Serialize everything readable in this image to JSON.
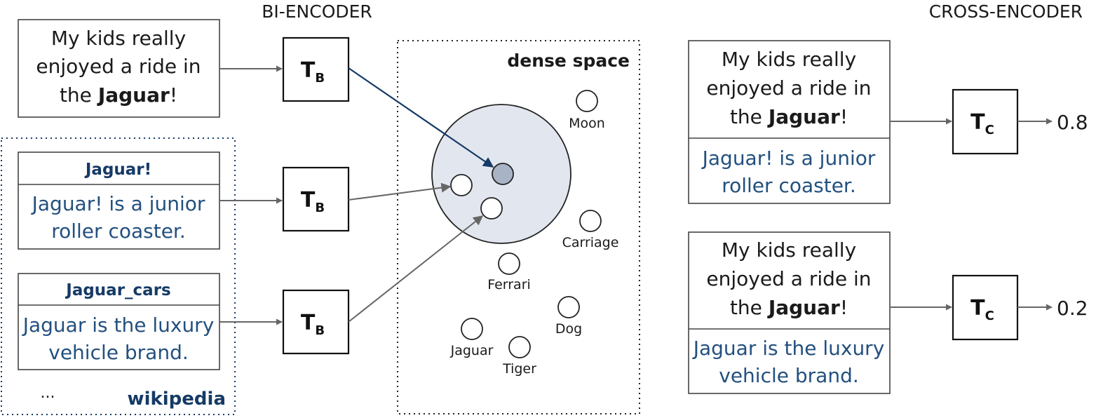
{
  "bi_encoder": {
    "title": "BI-ENCODER",
    "query": {
      "line1": "My kids really",
      "line2": "enjoyed a ride in",
      "line3_pre": "the ",
      "line3_bold": "Jaguar",
      "line3_post": "!"
    },
    "encoder": {
      "main": "T",
      "sub": "B"
    },
    "wikipedia": {
      "label": "wikipedia",
      "ellipsis": "...",
      "entries": [
        {
          "title": "Jaguar!",
          "line1": "Jaguar! is a junior",
          "line2": "roller coaster."
        },
        {
          "title": "Jaguar_cars",
          "line1": "Jaguar is the luxury",
          "line2": "vehicle brand."
        }
      ]
    },
    "dense_space": {
      "label": "dense space",
      "points": [
        "Moon",
        "Carriage",
        "Ferrari",
        "Dog",
        "Jaguar",
        "Tiger"
      ]
    }
  },
  "cross_encoder": {
    "title": "CROSS-ENCODER",
    "encoder": {
      "main": "T",
      "sub": "C"
    },
    "pairs": [
      {
        "query": {
          "line1": "My kids really",
          "line2": "enjoyed a ride in",
          "line3_pre": "the ",
          "line3_bold": "Jaguar",
          "line3_post": "!"
        },
        "candidate": {
          "line1": "Jaguar! is a junior",
          "line2": "roller coaster."
        },
        "score": "0.8"
      },
      {
        "query": {
          "line1": "My kids really",
          "line2": "enjoyed a ride in",
          "line3_pre": "the ",
          "line3_bold": "Jaguar",
          "line3_post": "!"
        },
        "candidate": {
          "line1": "Jaguar is the luxury",
          "line2": "vehicle brand."
        },
        "score": "0.2"
      }
    ]
  },
  "colors": {
    "dark_blue": "#153a66",
    "text_blue": "#23507e",
    "circle_fill": "#e2e6ee",
    "query_point": "#a9b3c6",
    "arrow_gray": "#666666"
  }
}
